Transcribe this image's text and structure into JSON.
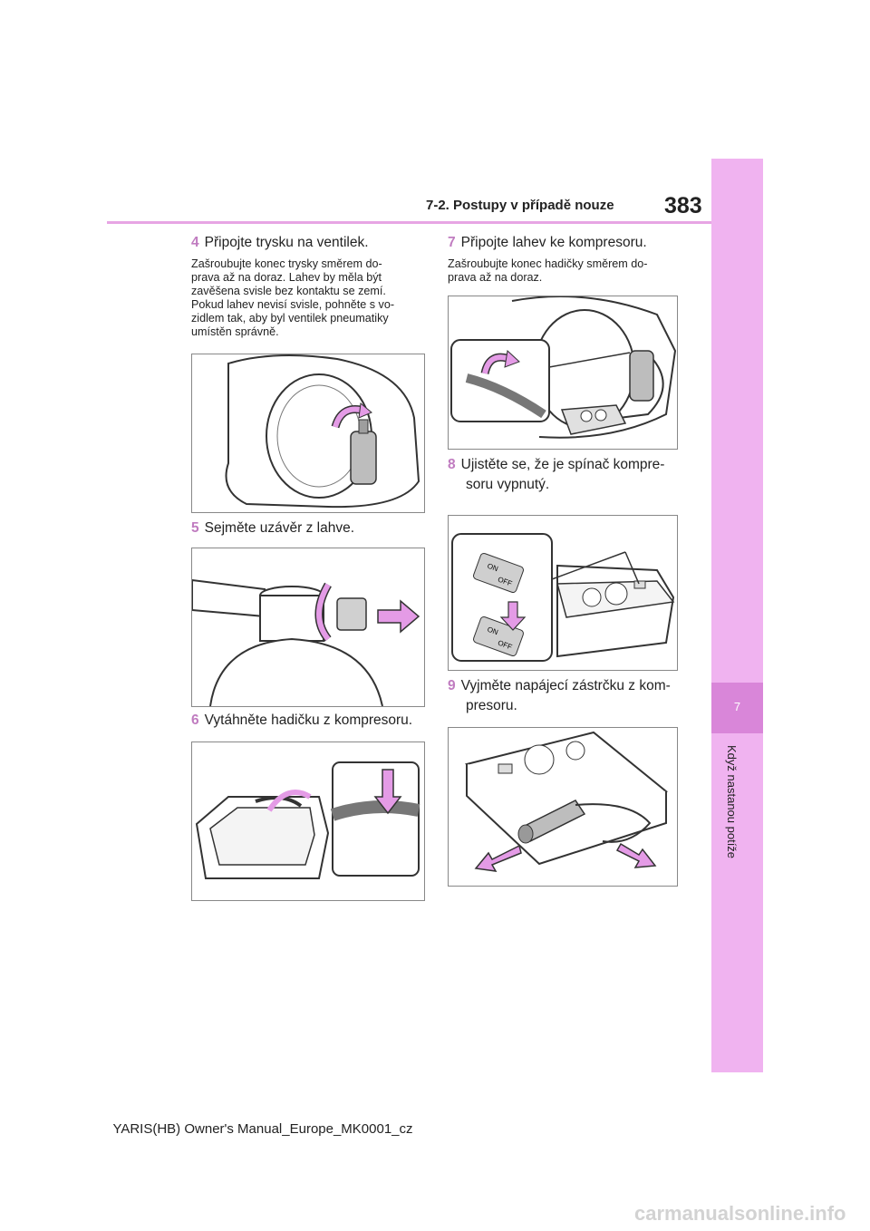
{
  "header": {
    "section_title": "7-2. Postupy v případě nouze",
    "page_number": "383"
  },
  "side_tab": {
    "chapter_number": "7",
    "chapter_title": "Když nastanou potíže"
  },
  "steps": [
    {
      "num": "4",
      "title": "Připojte trysku na ventilek.",
      "note": [
        "Zašroubujte konec trysky směrem do-",
        "prava až na doraz. Lahev by měla být",
        "zavěšena svisle bez kontaktu se zemí.",
        "Pokud lahev nevisí svisle, pohněte s vo-",
        "zidlem tak, aby byl ventilek pneumatiky",
        "umístěn správně."
      ]
    },
    {
      "num": "5",
      "title": "Sejměte uzávěr z lahve."
    },
    {
      "num": "6",
      "title": "Vytáhněte hadičku z kompresoru."
    },
    {
      "num": "7",
      "title": "Připojte lahev ke kompresoru.",
      "note": [
        "Zašroubujte konec hadičky směrem do-",
        "prava až na doraz."
      ]
    },
    {
      "num": "8",
      "title_lines": [
        "Ujistěte se, že je spínač kompre-",
        "soru vypnutý."
      ]
    },
    {
      "num": "9",
      "title_lines": [
        "Vyjměte napájecí zástrčku z kom-",
        "presoru."
      ]
    }
  ],
  "illustrations": {
    "switch_labels": {
      "on": "ON",
      "off": "OFF"
    }
  },
  "colors": {
    "accent_pink": "#e7a5e4",
    "tab_pink": "#f0b3f0",
    "tab_dark": "#d986d9",
    "arrow_pink": "#e49be6"
  },
  "footer": {
    "text": "YARIS(HB) Owner's Manual_Europe_MK0001_cz",
    "watermark": "carmanualsonline.info"
  }
}
